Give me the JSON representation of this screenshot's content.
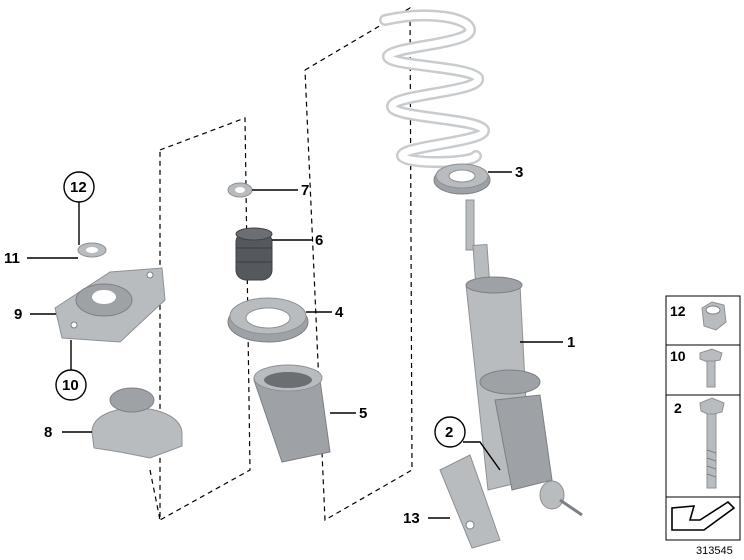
{
  "callouts": {
    "c1": "1",
    "c2": "2",
    "c3": "3",
    "c4": "4",
    "c5": "5",
    "c6": "6",
    "c7": "7",
    "c8": "8",
    "c9": "9",
    "c10": "10",
    "c11": "11",
    "c12": "12",
    "c13": "13"
  },
  "legend": {
    "items": [
      {
        "number": "12",
        "part_icon": "hex-nut-icon"
      },
      {
        "number": "10",
        "part_icon": "short-bolt-icon"
      },
      {
        "number": "2",
        "part_icon": "long-bolt-icon"
      }
    ],
    "arrow_icon": "arrow-left-down-icon"
  },
  "reference_number": "313545",
  "colors": {
    "part_gray": "#b9bcbf",
    "rubber_dark": "#55595d",
    "outline": "#000000"
  }
}
